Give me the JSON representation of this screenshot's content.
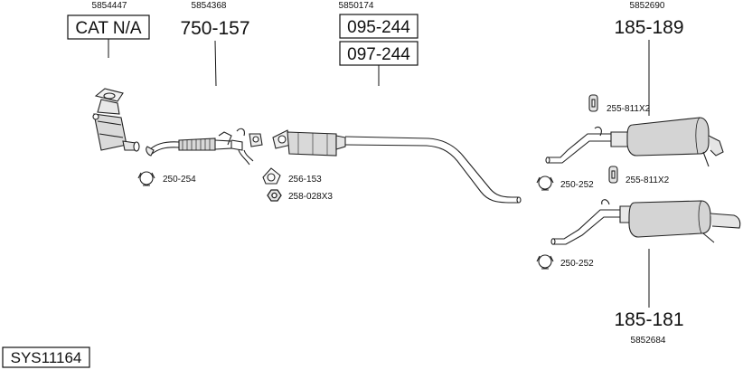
{
  "diagram": {
    "system_code": "SYS11164",
    "parts": [
      {
        "oe": "5854447",
        "label": "CAT N/A"
      },
      {
        "oe": "5854368",
        "label": "750-157"
      },
      {
        "oe": "5850174",
        "labels": [
          "095-244",
          "097-244"
        ]
      },
      {
        "oe": "5852690",
        "label": "185-189"
      },
      {
        "oe": "5852684",
        "label": "185-181"
      }
    ],
    "fittings": [
      {
        "label": "250-254"
      },
      {
        "label": "256-153"
      },
      {
        "label": "258-028X3"
      },
      {
        "label": "255-811X2"
      },
      {
        "label": "250-252"
      },
      {
        "label": "255-811X2"
      },
      {
        "label": "250-252"
      }
    ]
  }
}
